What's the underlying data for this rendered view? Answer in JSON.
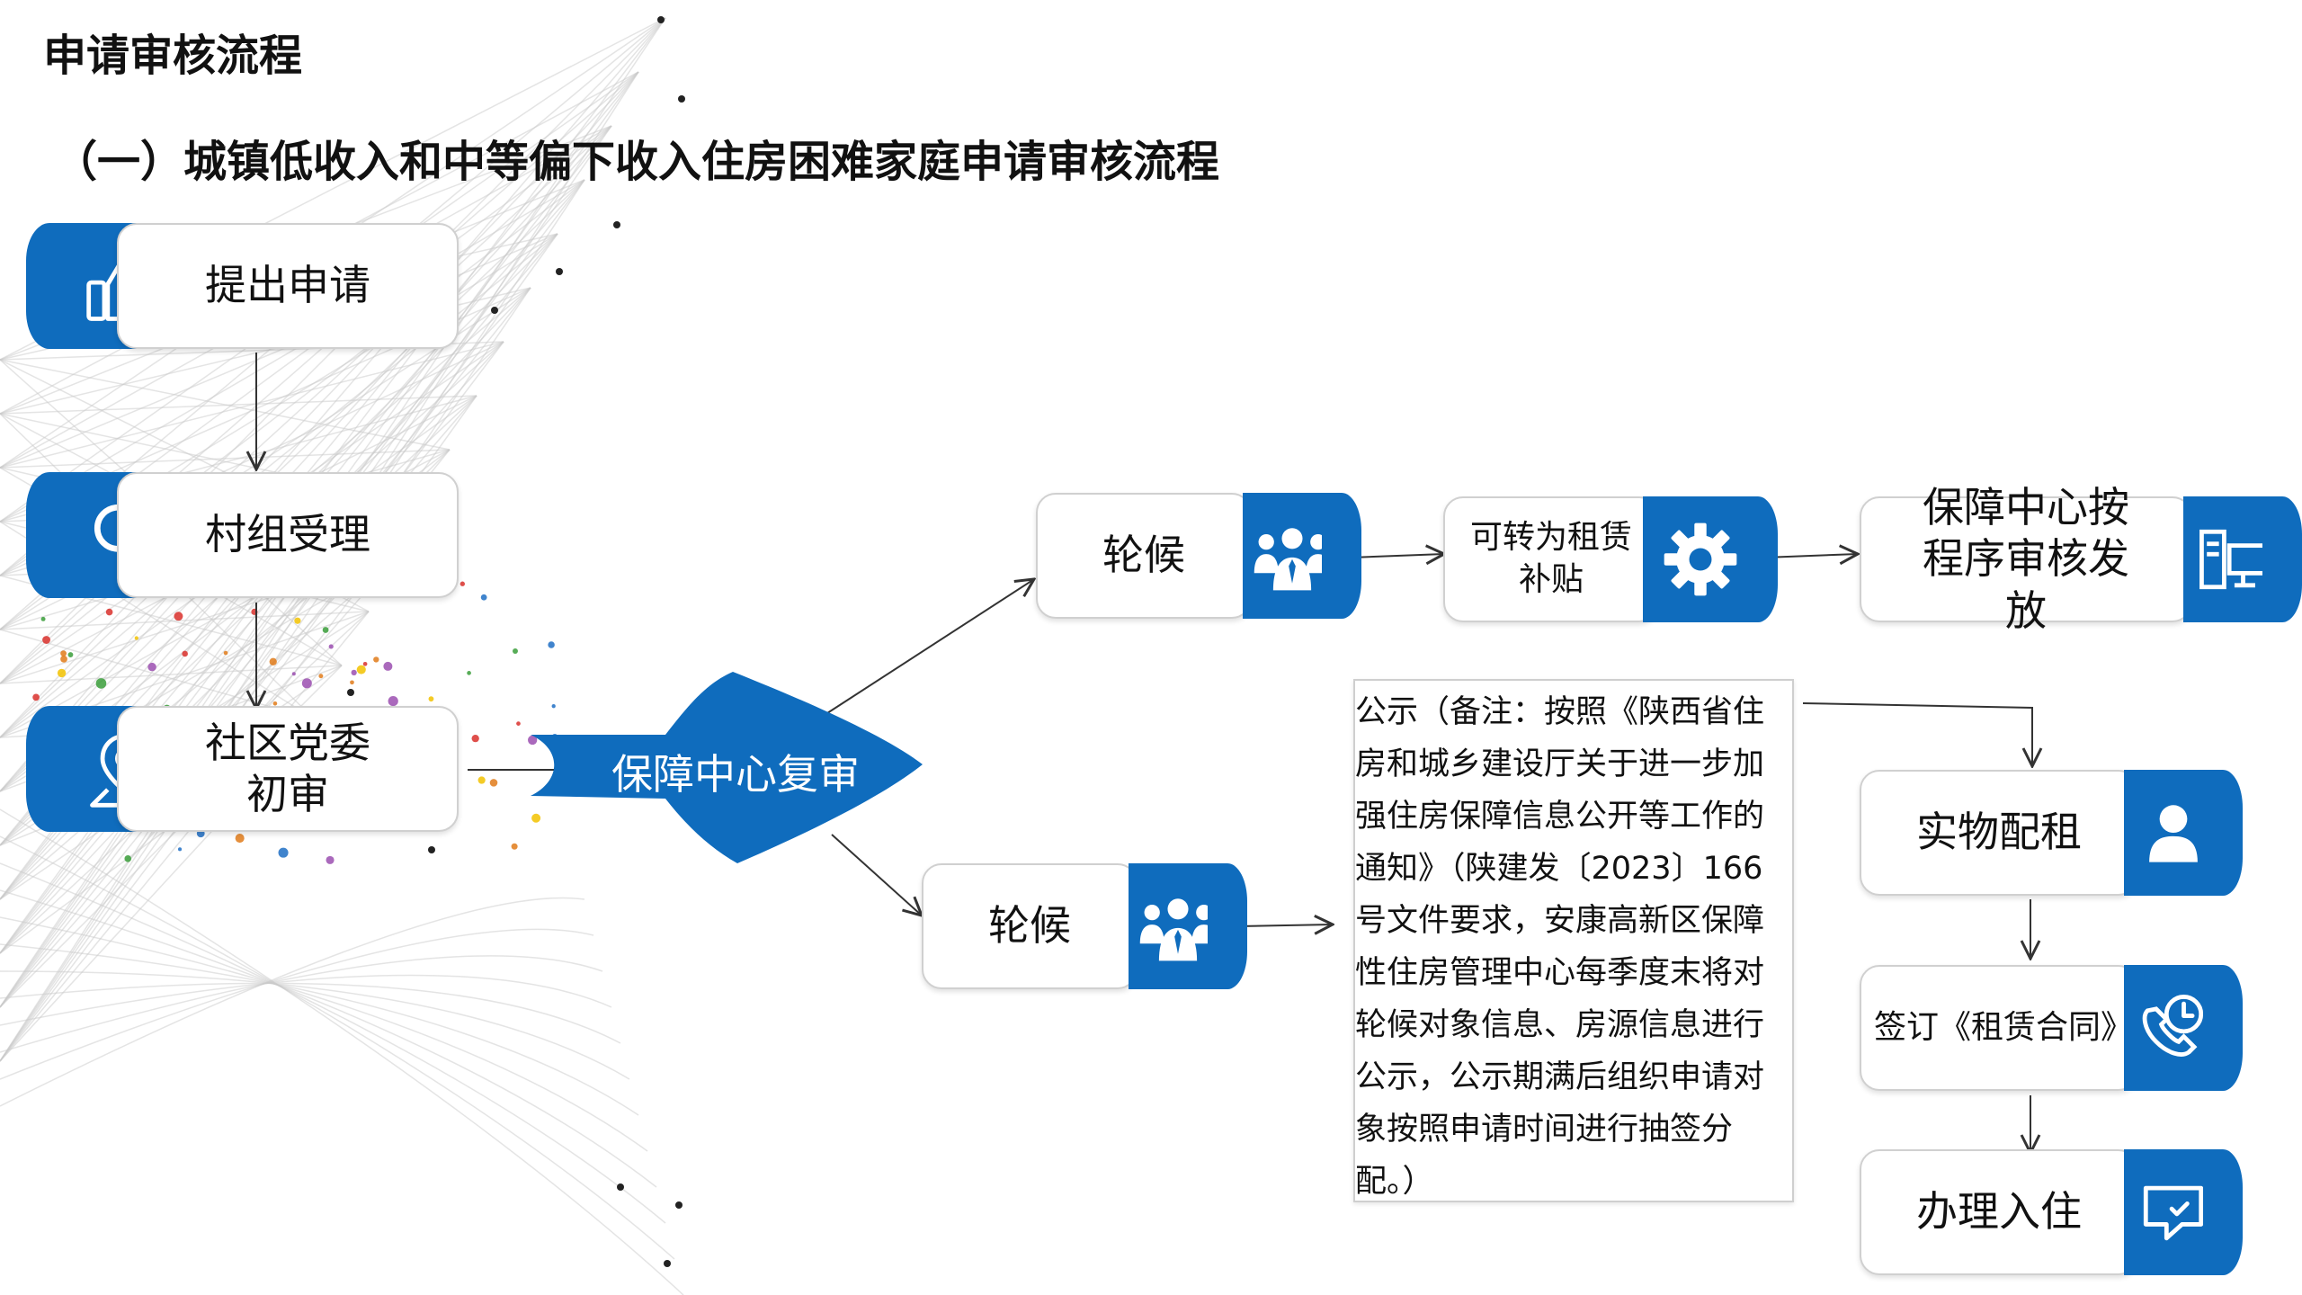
{
  "title": "申请审核流程",
  "section_title": "（一）城镇低收入和中等偏下收入住房困难家庭申请审核流程",
  "steps": {
    "apply": {
      "label": "提出申请",
      "icon": "thumbs-up-icon"
    },
    "village": {
      "label": "村组受理",
      "icon": "search-icon"
    },
    "community": {
      "label": "社区党委初审",
      "icon": "location-pin-icon"
    },
    "review": {
      "label": "保障中心复审"
    },
    "queue_top": {
      "label": "轮候",
      "icon": "people-icon"
    },
    "subsidy": {
      "label": "可转为租赁补贴",
      "icon": "gear-icon"
    },
    "issue": {
      "label": "保障中心按程序审核发放",
      "icon": "computer-icon"
    },
    "queue_bottom": {
      "label": "轮候",
      "icon": "people-icon"
    },
    "notice": {
      "text": "公示（备注：按照《陕西省住房和城乡建设厅关于进一步加强住房保障信息公开等工作的通知》（陕建发〔2023〕166号文件要求，安康高新区保障性住房管理中心每季度末将对轮候对象信息、房源信息进行公示，公示期满后组织申请对象按照申请时间进行抽签分配。）"
    },
    "physical_rent": {
      "label": "实物配租",
      "icon": "person-icon"
    },
    "sign": {
      "label": "签订《租赁合同》",
      "icon": "phone-clock-icon"
    },
    "move_in": {
      "label": "办理入住",
      "icon": "chat-arrow-icon"
    }
  },
  "colors": {
    "accent": "#0f6cbd",
    "text": "#111111",
    "border": "#d0d0d0"
  }
}
